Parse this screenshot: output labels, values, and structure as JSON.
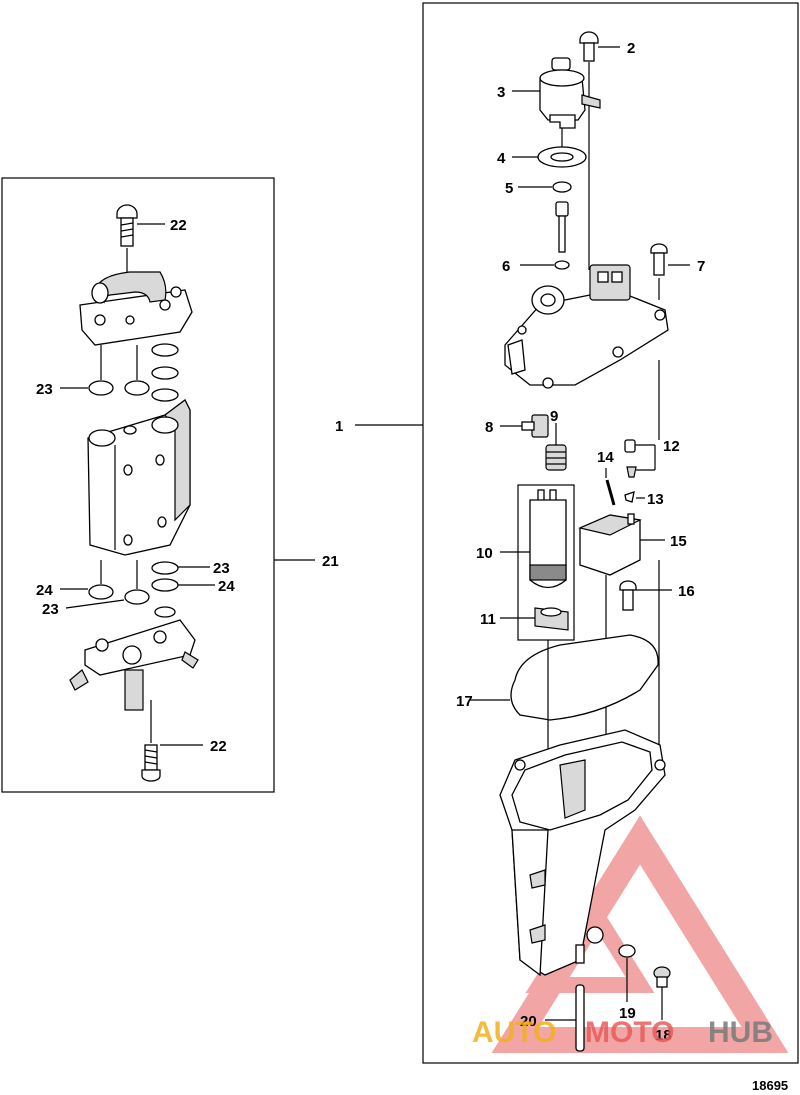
{
  "callouts": {
    "c1": "1",
    "c2": "2",
    "c3": "3",
    "c4": "4",
    "c5": "5",
    "c6": "6",
    "c7": "7",
    "c8": "8",
    "c9": "9",
    "c10": "10",
    "c11": "11",
    "c12": "12",
    "c13": "13",
    "c14": "14",
    "c15": "15",
    "c16": "16",
    "c17": "17",
    "c18": "18",
    "c19": "19",
    "c20": "20",
    "c21": "21",
    "c22a": "22",
    "c22b": "22",
    "c23a": "23",
    "c23b": "23",
    "c23c": "23",
    "c24a": "24",
    "c24b": "24"
  },
  "figure_number": "18695",
  "watermark": {
    "part1": "AUTO",
    "part2": "MOTO",
    "part3": "HUB",
    "colors": {
      "auto": "#f2b01e",
      "moto": "#e85c5c",
      "hub": "#7a7a7a",
      "triangle": "#e85c5c"
    }
  }
}
